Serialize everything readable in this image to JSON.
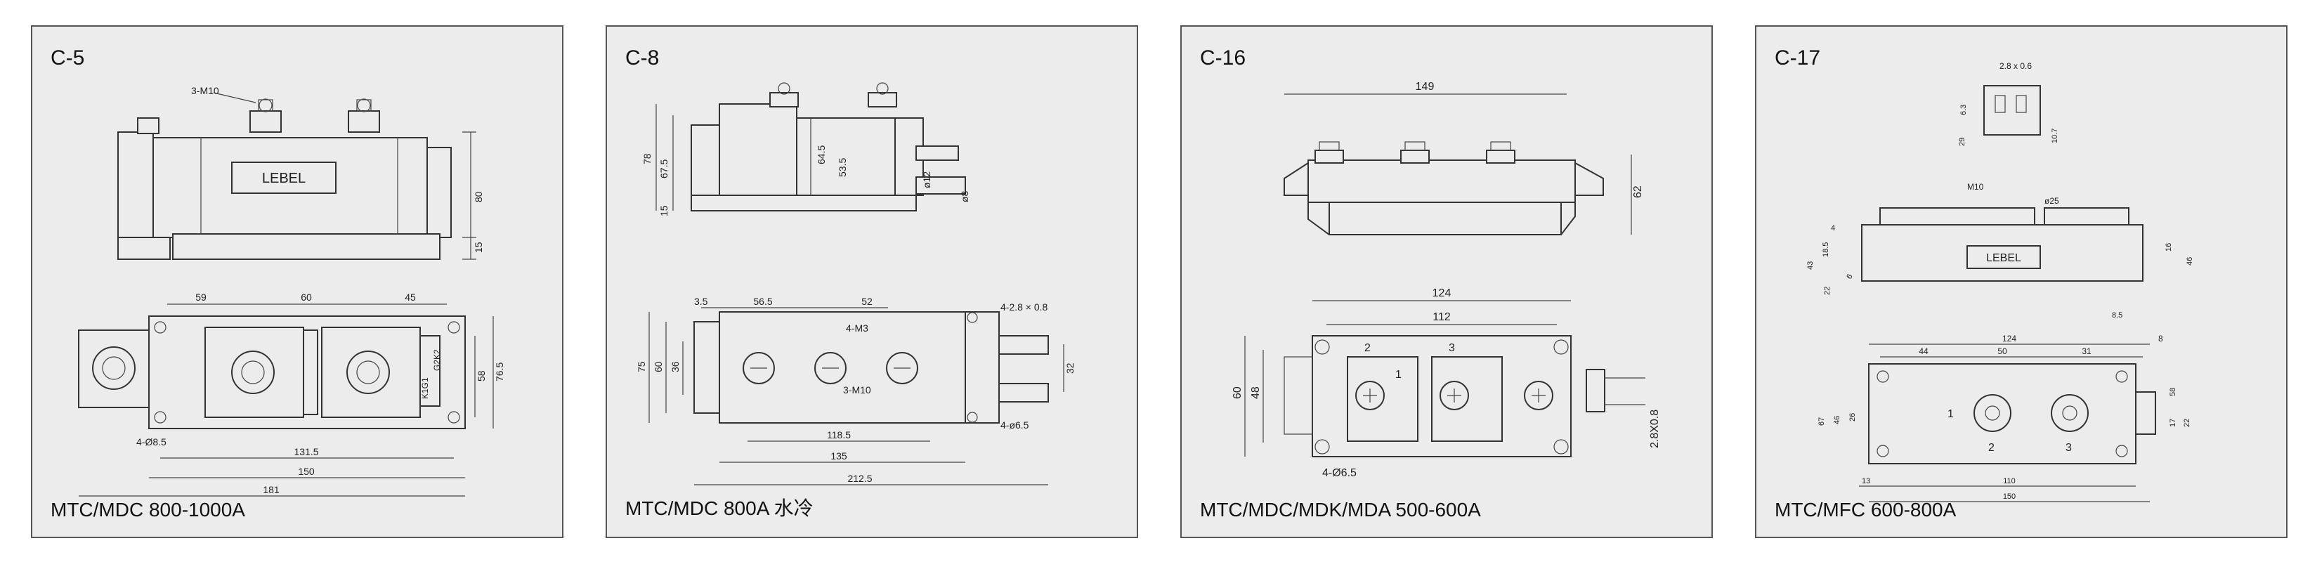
{
  "panels": [
    {
      "title": "C-5",
      "caption": "MTC/MDC  800-1000A",
      "labels": {
        "brand": "LEBEL",
        "screws": "3-M10",
        "dim_top_a": "59",
        "dim_top_b": "60",
        "dim_top_c": "45",
        "height": "80",
        "base": "15",
        "holes": "4-Ø8.5",
        "w1": "131.5",
        "w2": "150",
        "w3": "181",
        "side_a": "58",
        "side_b": "76.5",
        "pin_k1g1": "K1G1",
        "pin_g2k2": "G2K2"
      }
    },
    {
      "title": "C-8",
      "caption": "MTC/MDC  800A 水冷",
      "labels": {
        "h1": "78",
        "h2": "67.5",
        "h3": "15",
        "h4": "64.5",
        "h5": "53.5",
        "pipe1": "ø12",
        "pipe2": "ø8",
        "t1": "3.5",
        "t2": "56.5",
        "t3": "52",
        "term": "4-2.8 × 0.8",
        "m3": "4-M3",
        "m10": "3-M10",
        "v75": "75",
        "v60": "60",
        "v36": "36",
        "v32": "32",
        "holes": "4-ø6.5",
        "b1": "118.5",
        "b2": "135",
        "b3": "212.5"
      }
    },
    {
      "title": "C-16",
      "caption": "MTC/MDC/MDK/MDA  500-600A",
      "labels": {
        "top_w": "149",
        "height": "62",
        "w124": "124",
        "w112": "112",
        "n1": "1",
        "n2": "2",
        "n3": "3",
        "v60": "60",
        "v48": "48",
        "holes": "4-Ø6.5",
        "term": "2.8X0.8"
      }
    },
    {
      "title": "C-17",
      "caption": "MTC/MFC  600-800A",
      "labels": {
        "t28": "2.8 x 0.6",
        "d63": "6.3",
        "d29": "29",
        "d107": "10.7",
        "m10": "M10",
        "d25": "ø25",
        "brand": "LEBEL",
        "d4": "4",
        "d185": "18.5",
        "d43": "43",
        "d22": "22",
        "d6": "6",
        "d16": "16",
        "d46": "46",
        "d85": "8.5",
        "w124": "124",
        "w8": "8",
        "w44": "44",
        "w50": "50",
        "w31": "31",
        "v58": "58",
        "v67": "67",
        "v46": "46",
        "v26": "26",
        "v17": "17",
        "v22": "22",
        "n1": "1",
        "n2": "2",
        "n3": "3",
        "b13": "13",
        "b110": "110",
        "b150": "150"
      }
    }
  ]
}
